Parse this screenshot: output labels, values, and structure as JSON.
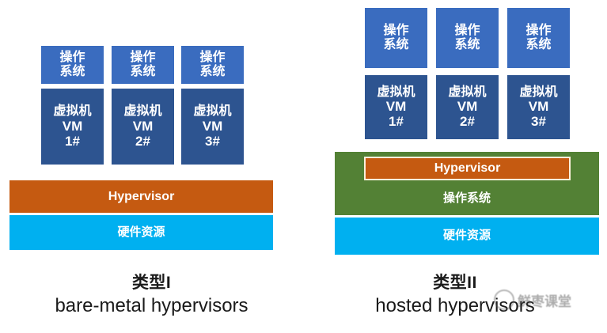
{
  "diagram": {
    "title": "Type I vs Type II hypervisor architecture comparison",
    "colors": {
      "os_box": "#3a6cbf",
      "vm_box": "#2d5490",
      "hypervisor": "#c55a11",
      "hardware": "#00b0f0",
      "host_os": "#538135",
      "inner_border": "#fdf0dc",
      "background": "#ffffff",
      "caption_text": "#1a1a1a"
    }
  },
  "panels": [
    {
      "id": "type1",
      "os_boxes": [
        {
          "line1": "操作",
          "line2": "系统"
        },
        {
          "line1": "操作",
          "line2": "系统"
        },
        {
          "line1": "操作",
          "line2": "系统"
        }
      ],
      "vm_boxes": [
        {
          "line1": "虚拟机",
          "line2": "VM",
          "line3": "1#"
        },
        {
          "line1": "虚拟机",
          "line2": "VM",
          "line3": "2#"
        },
        {
          "line1": "虚拟机",
          "line2": "VM",
          "line3": "3#"
        }
      ],
      "hypervisor_label": "Hypervisor",
      "hardware_label": "硬件资源",
      "caption_zh": "类型I",
      "caption_en": "bare-metal hypervisors"
    },
    {
      "id": "type2",
      "os_boxes": [
        {
          "line1": "操作",
          "line2": "系统"
        },
        {
          "line1": "操作",
          "line2": "系统"
        },
        {
          "line1": "操作",
          "line2": "系统"
        }
      ],
      "vm_boxes": [
        {
          "line1": "虚拟机",
          "line2": "VM",
          "line3": "1#"
        },
        {
          "line1": "虚拟机",
          "line2": "VM",
          "line3": "2#"
        },
        {
          "line1": "虚拟机",
          "line2": "VM",
          "line3": "3#"
        }
      ],
      "hypervisor_label": "Hypervisor",
      "host_os_label": "操作系统",
      "hardware_label": "硬件资源",
      "caption_zh": "类型II",
      "caption_en": "hosted hypervisors"
    }
  ],
  "watermark": {
    "text": "鲜枣课堂",
    "icon": "circle-logo-icon"
  }
}
